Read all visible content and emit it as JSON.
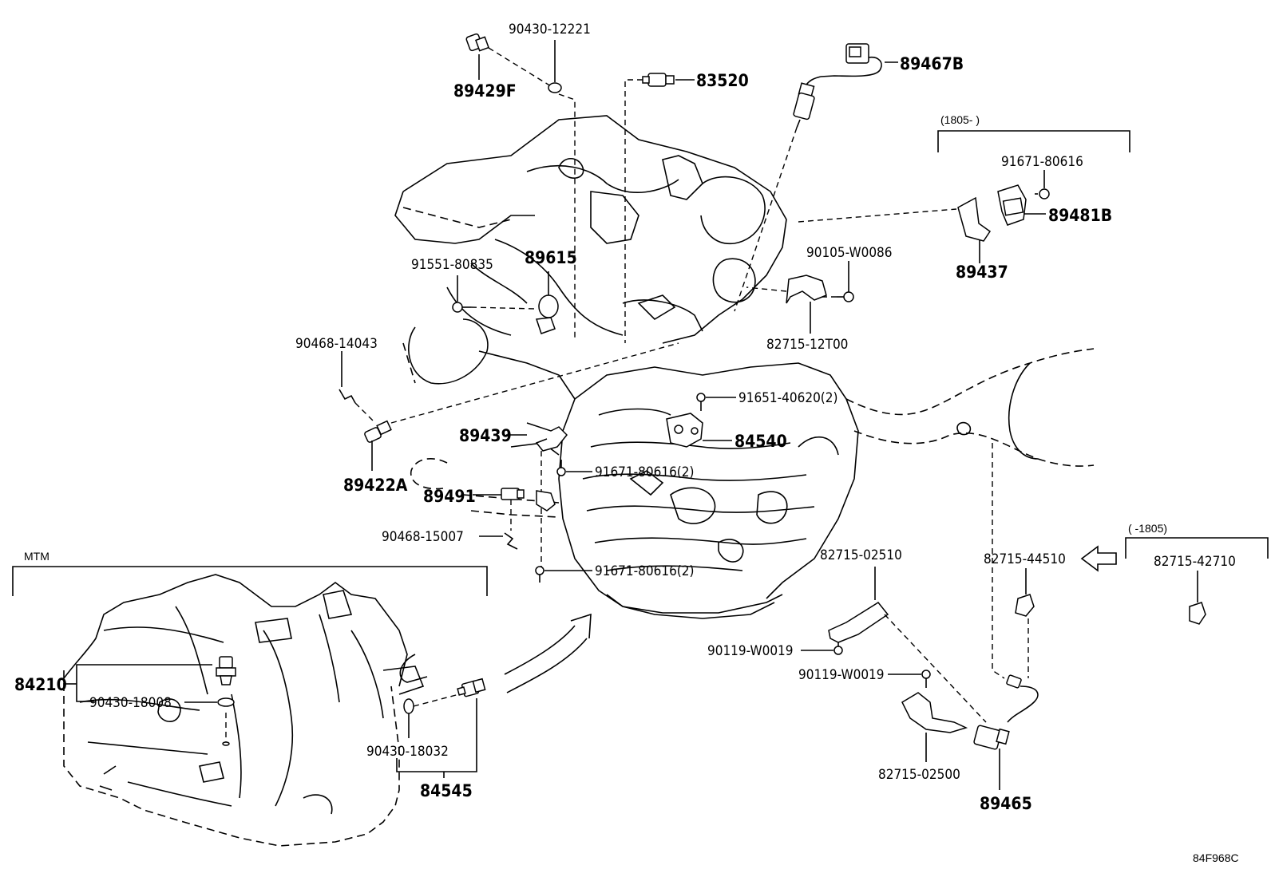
{
  "diagram_id": "84F968C",
  "groups": {
    "mtm_label": "MTM",
    "date_from_label": "(1805-      )",
    "date_to_label": "(      -1805)"
  },
  "parts": {
    "p90430_12221": "90430-12221",
    "p89429F": "89429F",
    "p83520": "83520",
    "p89467B": "89467B",
    "p91671_80616_top": "91671-80616",
    "p89481B": "89481B",
    "p89437": "89437",
    "p91551_80835": "91551-80835",
    "p89615": "89615",
    "p90105_W0086": "90105-W0086",
    "p82715_12T00": "82715-12T00",
    "p90468_14043": "90468-14043",
    "p91651_40620": "91651-40620(2)",
    "p89439": "89439",
    "p84540": "84540",
    "p89422A": "89422A",
    "p91671_80616_mid": "91671-80616(2)",
    "p89491": "89491",
    "p90468_15007": "90468-15007",
    "p91671_80616_low": "91671-80616(2)",
    "p82715_02510": "82715-02510",
    "p82715_44510": "82715-44510",
    "p82715_42710": "82715-42710",
    "p90119_W0019_a": "90119-W0019",
    "p90119_W0019_b": "90119-W0019",
    "p82715_02500": "82715-02500",
    "p89465": "89465",
    "p84210": "84210",
    "p90430_18008": "90430-18008",
    "p90430_18032": "90430-18032",
    "p84545": "84545"
  }
}
